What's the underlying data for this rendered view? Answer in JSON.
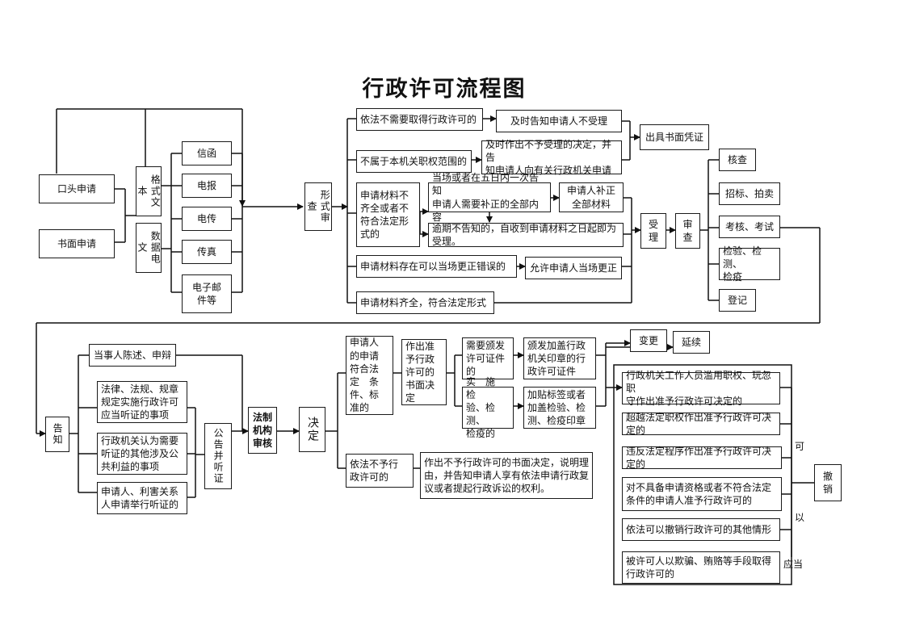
{
  "title": "行政许可流程图",
  "nodes": {
    "oral": "口头申请",
    "written": "书面申请",
    "fmt_text": "格式文本",
    "data_text": "数据电文",
    "letter": "信函",
    "telegram": "电报",
    "teletype": "电传",
    "fax": "传真",
    "email": "电子邮\n件等",
    "form_review": "形式审查",
    "no_need": "依法不需要取得行政许可的",
    "notify_reject": "及时告知申请人不受理",
    "not_scope": "不属于本机关职权范围的",
    "reject_decide": "及时作出不予受理的决定，并告\n知申请人向有关行政机关申请",
    "issue_cert": "出具书面凭证",
    "incomplete": "申请材料不\n齐全或者不\n符合法定形\n式的",
    "notify_5days": "当场或者在五日内一次告知\n申请人需要补正的全部内容",
    "supplement": "申请人补正\n全部材料",
    "overdue": "逾期不告知的，自收到申请材料之日起即为受理。",
    "correctable": "申请材料存在可以当场更正错误的",
    "allow_correct": "允许申请人当场更正",
    "complete": "申请材料齐全，符合法定形式",
    "accept": "受\n理",
    "review": "审\n查",
    "verify": "核查",
    "bidding": "招标、拍卖",
    "exam": "考核、考试",
    "inspect": "检验、检测、\n检疫",
    "register": "登记",
    "notify": "告知",
    "statement": "当事人陈述、申辩",
    "law_hearing": "法律、法规、规章\n规定实施行政许可\n应当听证的事项",
    "public_interest": "行政机关认为需要\n听证的其他涉及公\n共利益的事项",
    "party_request": "申请人、利害关系\n人申请举行听证的",
    "public_hearing": "公告并听证",
    "legal_review": "法制\n机构\n审核",
    "decision": "决定",
    "qualified": "申请人\n的申请\n符合法\n定　条\n件、标\n准的",
    "written_approve": "作出准\n予行政\n许可的\n书面决\n定",
    "need_license": "需要颁发\n许可证件\n的",
    "issue_license": "颁发加盖行政\n机关印章的行\n政许可证件",
    "need_inspect": "实　施　检\n验、检测、\n检疫的",
    "label_seal": "加贴标签或者\n加盖检验、检\n测、检疫印章",
    "change": "变更",
    "extend": "延续",
    "not_approve": "依法不予行\n政许可的",
    "reject_written": "作出不予行政许可的书面决定，说明理\n由，并告知申请人享有依法申请行政复\n议或者提起行政诉讼的权利。",
    "abuse": "行政机关工作人员滥用职权、玩忽职\n守作出准予行政许可决定的",
    "exceed": "超越法定职权作出准予行政许可决定的",
    "violate": "违反法定程序作出准予行政许可决定的",
    "unqualified": "对不具备申请资格或者不符合法定\n条件的申请人准予行政许可的",
    "other_revoke": "依法可以撤销行政许可的其他情形",
    "fraud": "被许可人以欺骗、贿赂等手段取得\n行政许可的",
    "revoke": "撤\n销"
  },
  "labels": {
    "ke": "可",
    "yi": "以",
    "yingdang": "应当"
  }
}
